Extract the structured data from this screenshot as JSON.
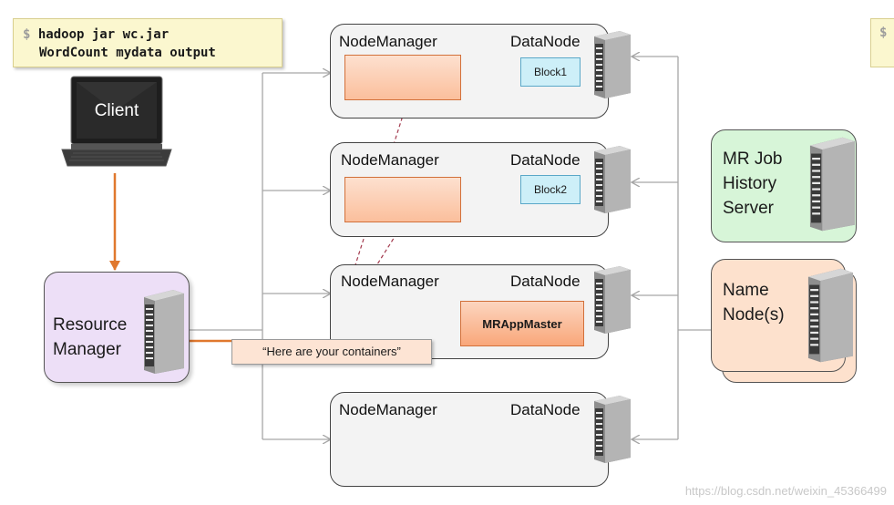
{
  "command": {
    "prompt": "$",
    "line1": "hadoop jar wc.jar",
    "line2": "WordCount mydata output",
    "second_prompt": "$"
  },
  "client": {
    "label": "Client"
  },
  "resource_manager": {
    "line1": "Resource",
    "line2": "Manager"
  },
  "nodes": [
    {
      "nm_label": "NodeManager",
      "dn_label": "DataNode",
      "block": "Block1"
    },
    {
      "nm_label": "NodeManager",
      "dn_label": "DataNode",
      "block": "Block2"
    },
    {
      "nm_label": "NodeManager",
      "dn_label": "DataNode",
      "app_master": "MRAppMaster"
    },
    {
      "nm_label": "NodeManager",
      "dn_label": "DataNode"
    }
  ],
  "mr_job_history": {
    "line1": "MR Job",
    "line2": "History",
    "line3": "Server"
  },
  "name_node": {
    "line1": "Name",
    "line2": "Node(s)"
  },
  "callout": "“Here are your containers”",
  "watermark": "https://blog.csdn.net/weixin_45366499",
  "colors": {
    "orange_arrow": "#e0782e",
    "gray_line": "#a6a6a6",
    "dashed_arrow": "#a33a4e"
  },
  "icons": [
    "laptop-icon",
    "server-icon"
  ]
}
